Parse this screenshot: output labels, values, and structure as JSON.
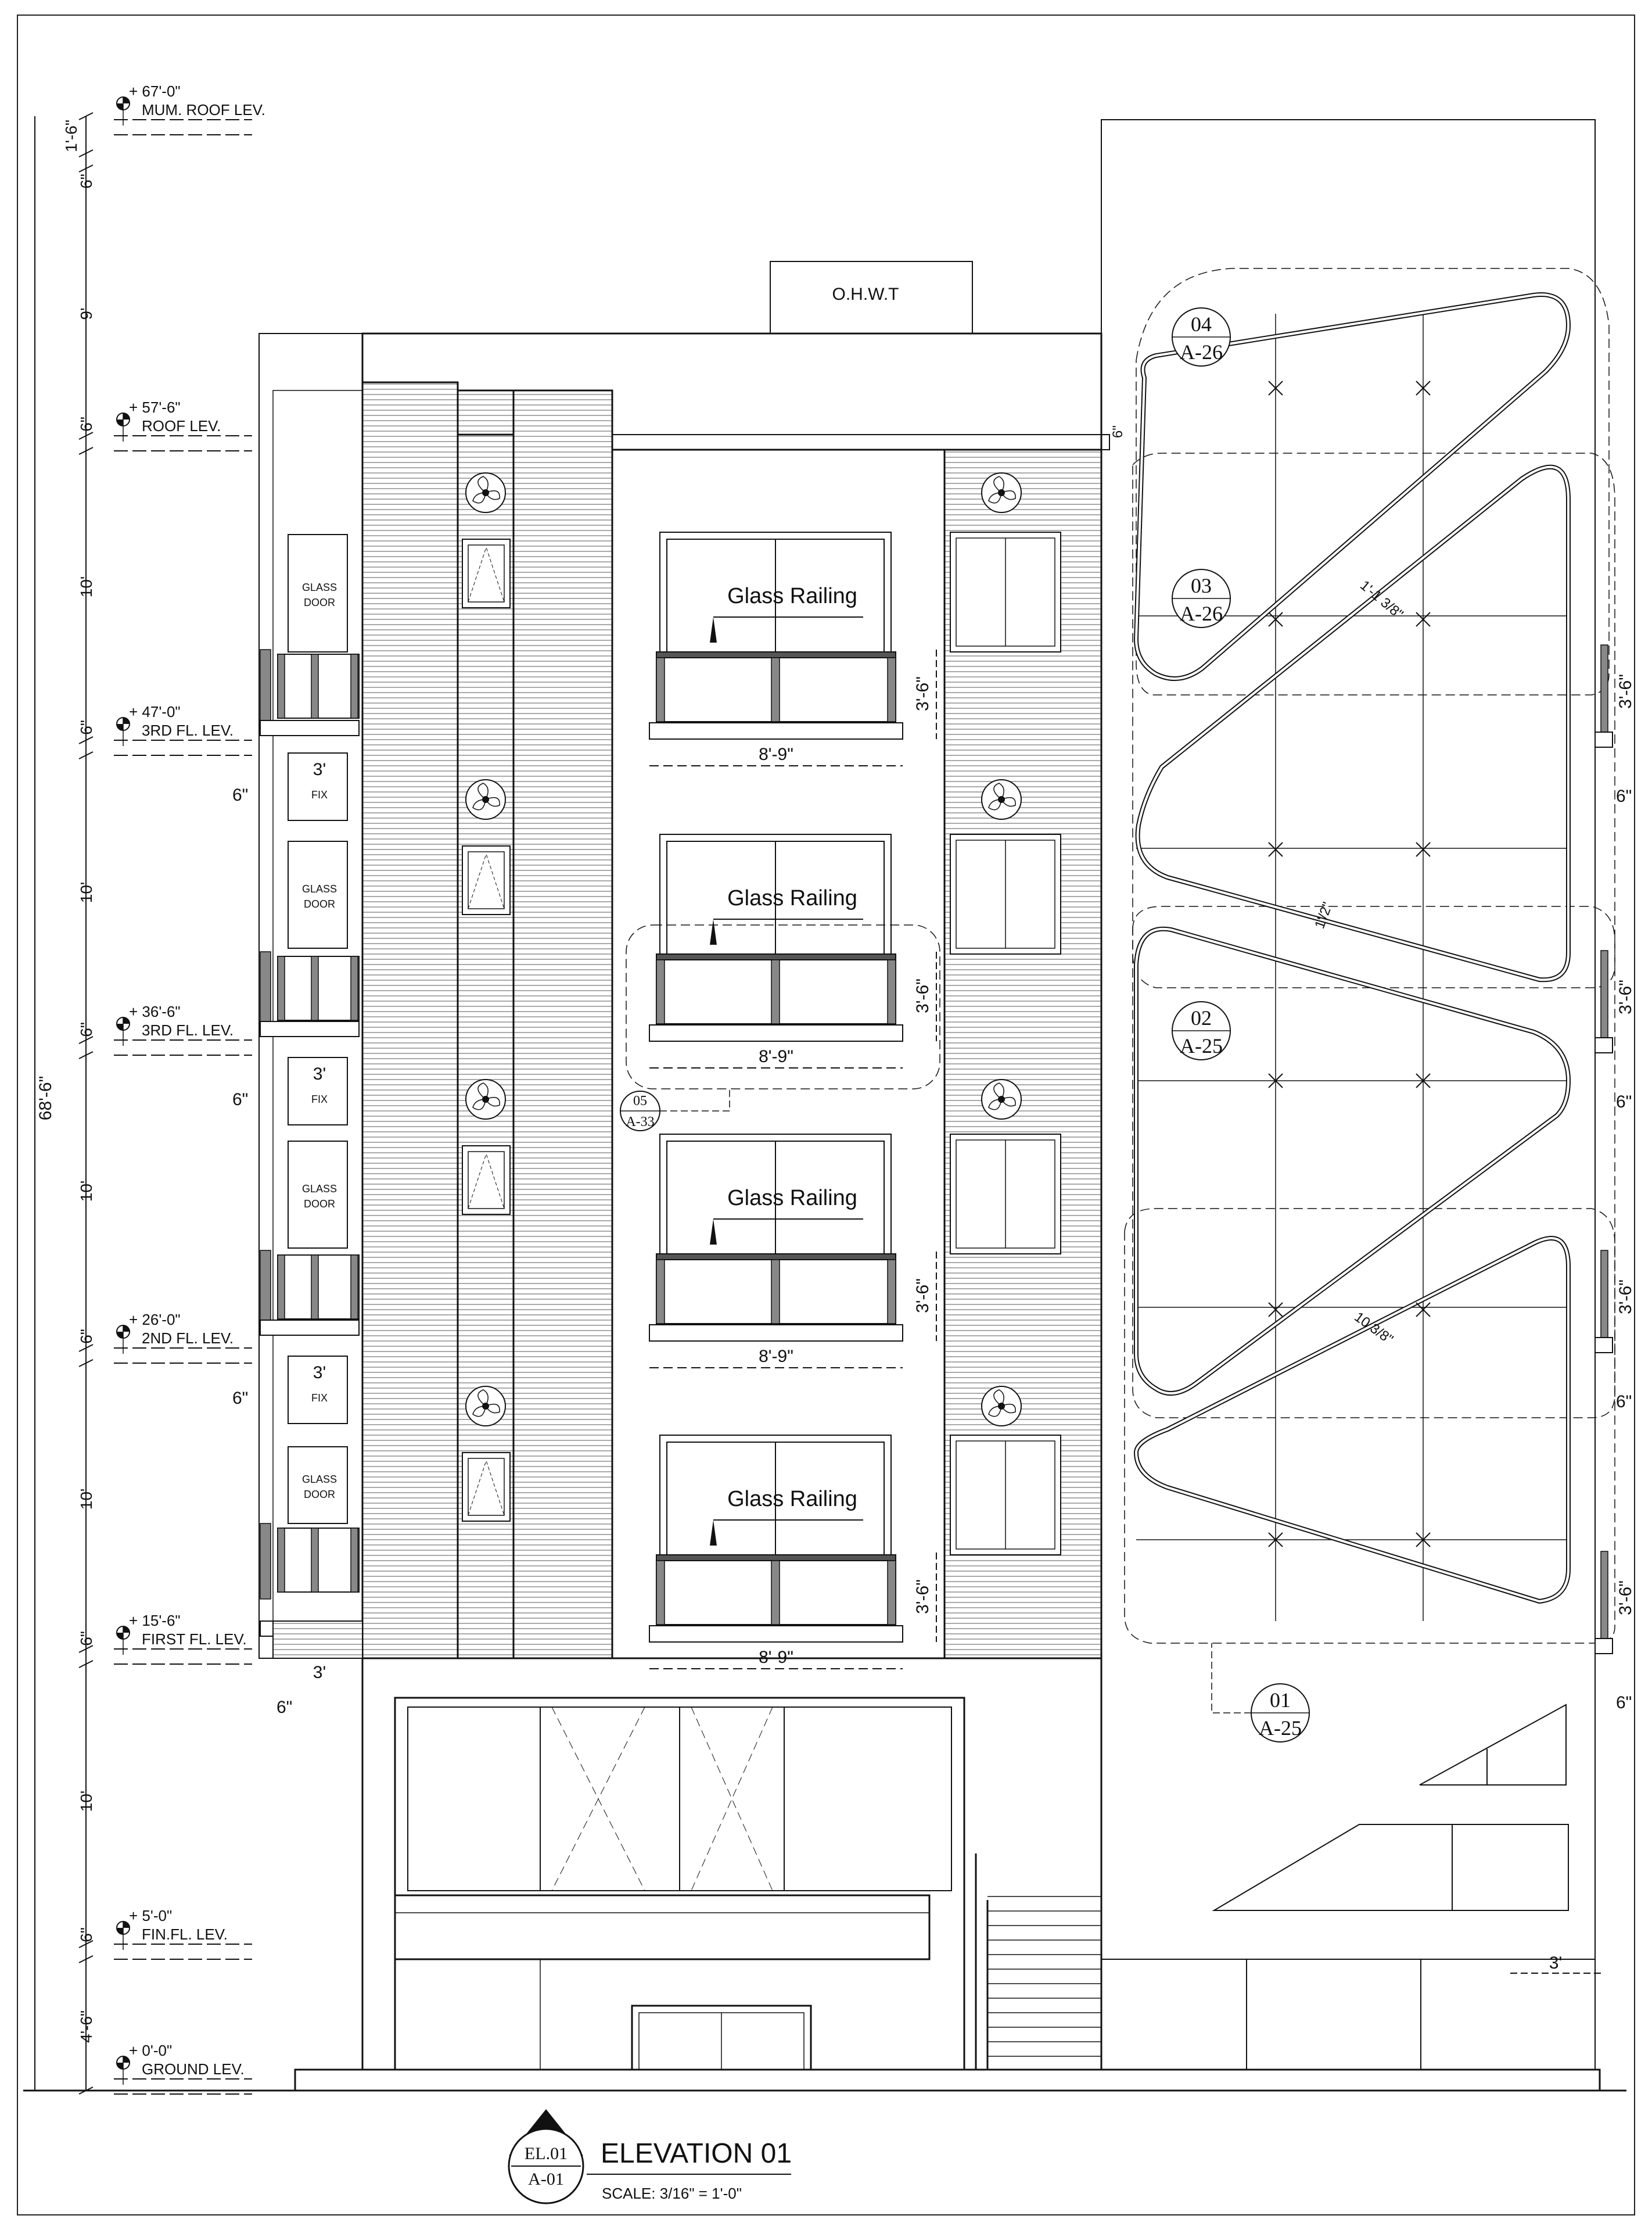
{
  "levels": [
    {
      "elev": "+ 67'-0\"",
      "name": "MUM. ROOF LEV."
    },
    {
      "elev": "+ 57'-6\"",
      "name": "ROOF LEV."
    },
    {
      "elev": "+ 47'-0\"",
      "name": "3RD FL. LEV."
    },
    {
      "elev": "+ 36'-6\"",
      "name": "3RD FL. LEV."
    },
    {
      "elev": "+ 26'-0\"",
      "name": "2ND FL. LEV."
    },
    {
      "elev": "+ 15'-6\"",
      "name": "FIRST FL. LEV."
    },
    {
      "elev": "+ 5'-0\"",
      "name": "FIN.FL. LEV."
    },
    {
      "elev": "+ 0'-0\"",
      "name": "GROUND LEV."
    }
  ],
  "vertical_dims": [
    "1'-6\"",
    "6\"",
    "9'",
    "6\"",
    "10'",
    "6\"",
    "10'",
    "6\"",
    "10'",
    "6\"",
    "10'",
    "6\"",
    "10'",
    "6\"",
    "4'-6\""
  ],
  "overall_height": "68'-6\"",
  "tank_label": "O.H.W.T",
  "railing_label": "Glass Railing",
  "railing_width": "8'-9\"",
  "railing_height": "3'-6\"",
  "left_tags": {
    "glass_door": [
      "GLASS",
      "DOOR"
    ],
    "fix": "FIX",
    "three_ft": "3'",
    "six_in": "6\""
  },
  "callouts": [
    {
      "num": "04",
      "sheet": "A-26"
    },
    {
      "num": "03",
      "sheet": "A-26"
    },
    {
      "num": "02",
      "sheet": "A-25"
    },
    {
      "num": "01",
      "sheet": "A-25"
    },
    {
      "num": "05",
      "sheet": "A-33"
    }
  ],
  "glazing_dims": [
    "1'-1 3/8\"",
    "1'/2\"",
    "10 3/8\""
  ],
  "roof_edge_dim": "6\"",
  "right_dims": {
    "height": "3'-6\"",
    "six_in": "6\"",
    "bottom": "3'"
  },
  "title": {
    "name": "ELEVATION 01",
    "scale": "SCALE:  3/16\"  =  1'-0\"",
    "tag_top": "EL.01",
    "tag_bottom": "A-01"
  }
}
